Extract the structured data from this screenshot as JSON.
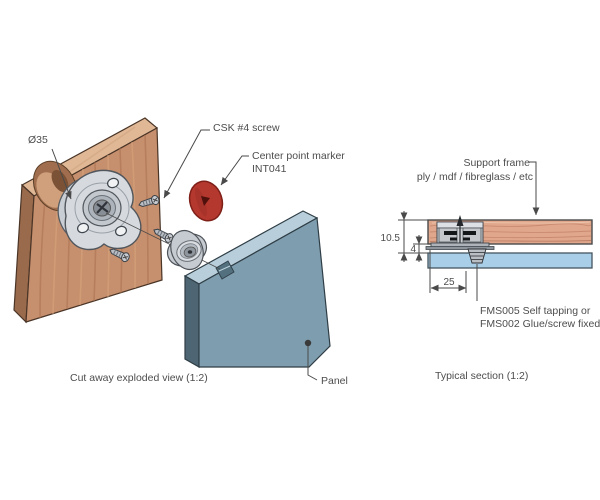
{
  "exploded": {
    "dia_label": "Ø35",
    "screw_label": "CSK #4 screw",
    "marker_label_1": "Center point marker",
    "marker_label_2": "INT041",
    "panel_label": "Panel",
    "caption": "Cut away exploded view (1:2)"
  },
  "section": {
    "support_label_1": "Support frame",
    "support_label_2": "ply / mdf / fibreglass / etc",
    "fixing_label_1": "FMS005 Self tapping or",
    "fixing_label_2": "FMS002 Glue/screw fixed",
    "dim_depth": "10.5",
    "dim_gap": "4",
    "dim_offset": "25",
    "caption": "Typical section (1:2)"
  },
  "colors": {
    "text": "#4d4d4d",
    "line": "#4a4a4a",
    "wood_face": "#c68f6d",
    "wood_top": "#e0b896",
    "wood_side": "#9a6a4c",
    "wood_section": "#e0a78c",
    "wood_grain": "#b0795a",
    "panel_face": "#7e9dae",
    "panel_top": "#b8cfdb",
    "panel_side": "#4e6673",
    "panel_section": "#a9cee7",
    "marker_red": "#b4382e",
    "metal": "#d6dadf"
  }
}
